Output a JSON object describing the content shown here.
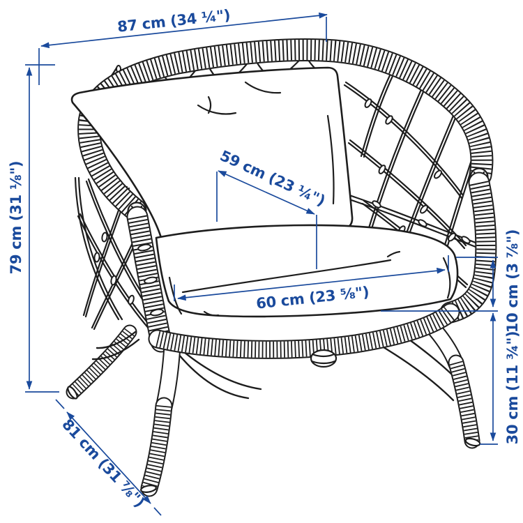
{
  "diagram": {
    "type": "product dimension diagram",
    "product": "rattan armchair with seat and back cushions",
    "background": "#ffffff",
    "colors": {
      "artwork_line": "#1d1d1d",
      "dimension_blue": "#1a4a9c"
    },
    "dimensions": {
      "overall_width": {
        "cm": 87,
        "inch": "34 ¼",
        "label": "87 cm (34 ¼\")"
      },
      "overall_height": {
        "cm": 79,
        "inch": "31 ⅛",
        "label": "79 cm (31 ⅛\")"
      },
      "seat_depth": {
        "cm": 59,
        "inch": "23 ¼",
        "label": "59 cm (23 ¼\")"
      },
      "seat_width": {
        "cm": 60,
        "inch": "23 ⅝",
        "label": "60 cm (23 ⅝\")"
      },
      "cushion_thickness": {
        "cm": 10,
        "inch": "3 ⅞",
        "label": "10 cm (3 ⅞\")"
      },
      "leg_height": {
        "cm": 30,
        "inch": "11 ¾",
        "label": "30 cm (11 ¾\")"
      },
      "overall_depth": {
        "cm": 81,
        "inch": "31 ⅞",
        "label": "81 cm (31 ⅞\")"
      }
    }
  }
}
